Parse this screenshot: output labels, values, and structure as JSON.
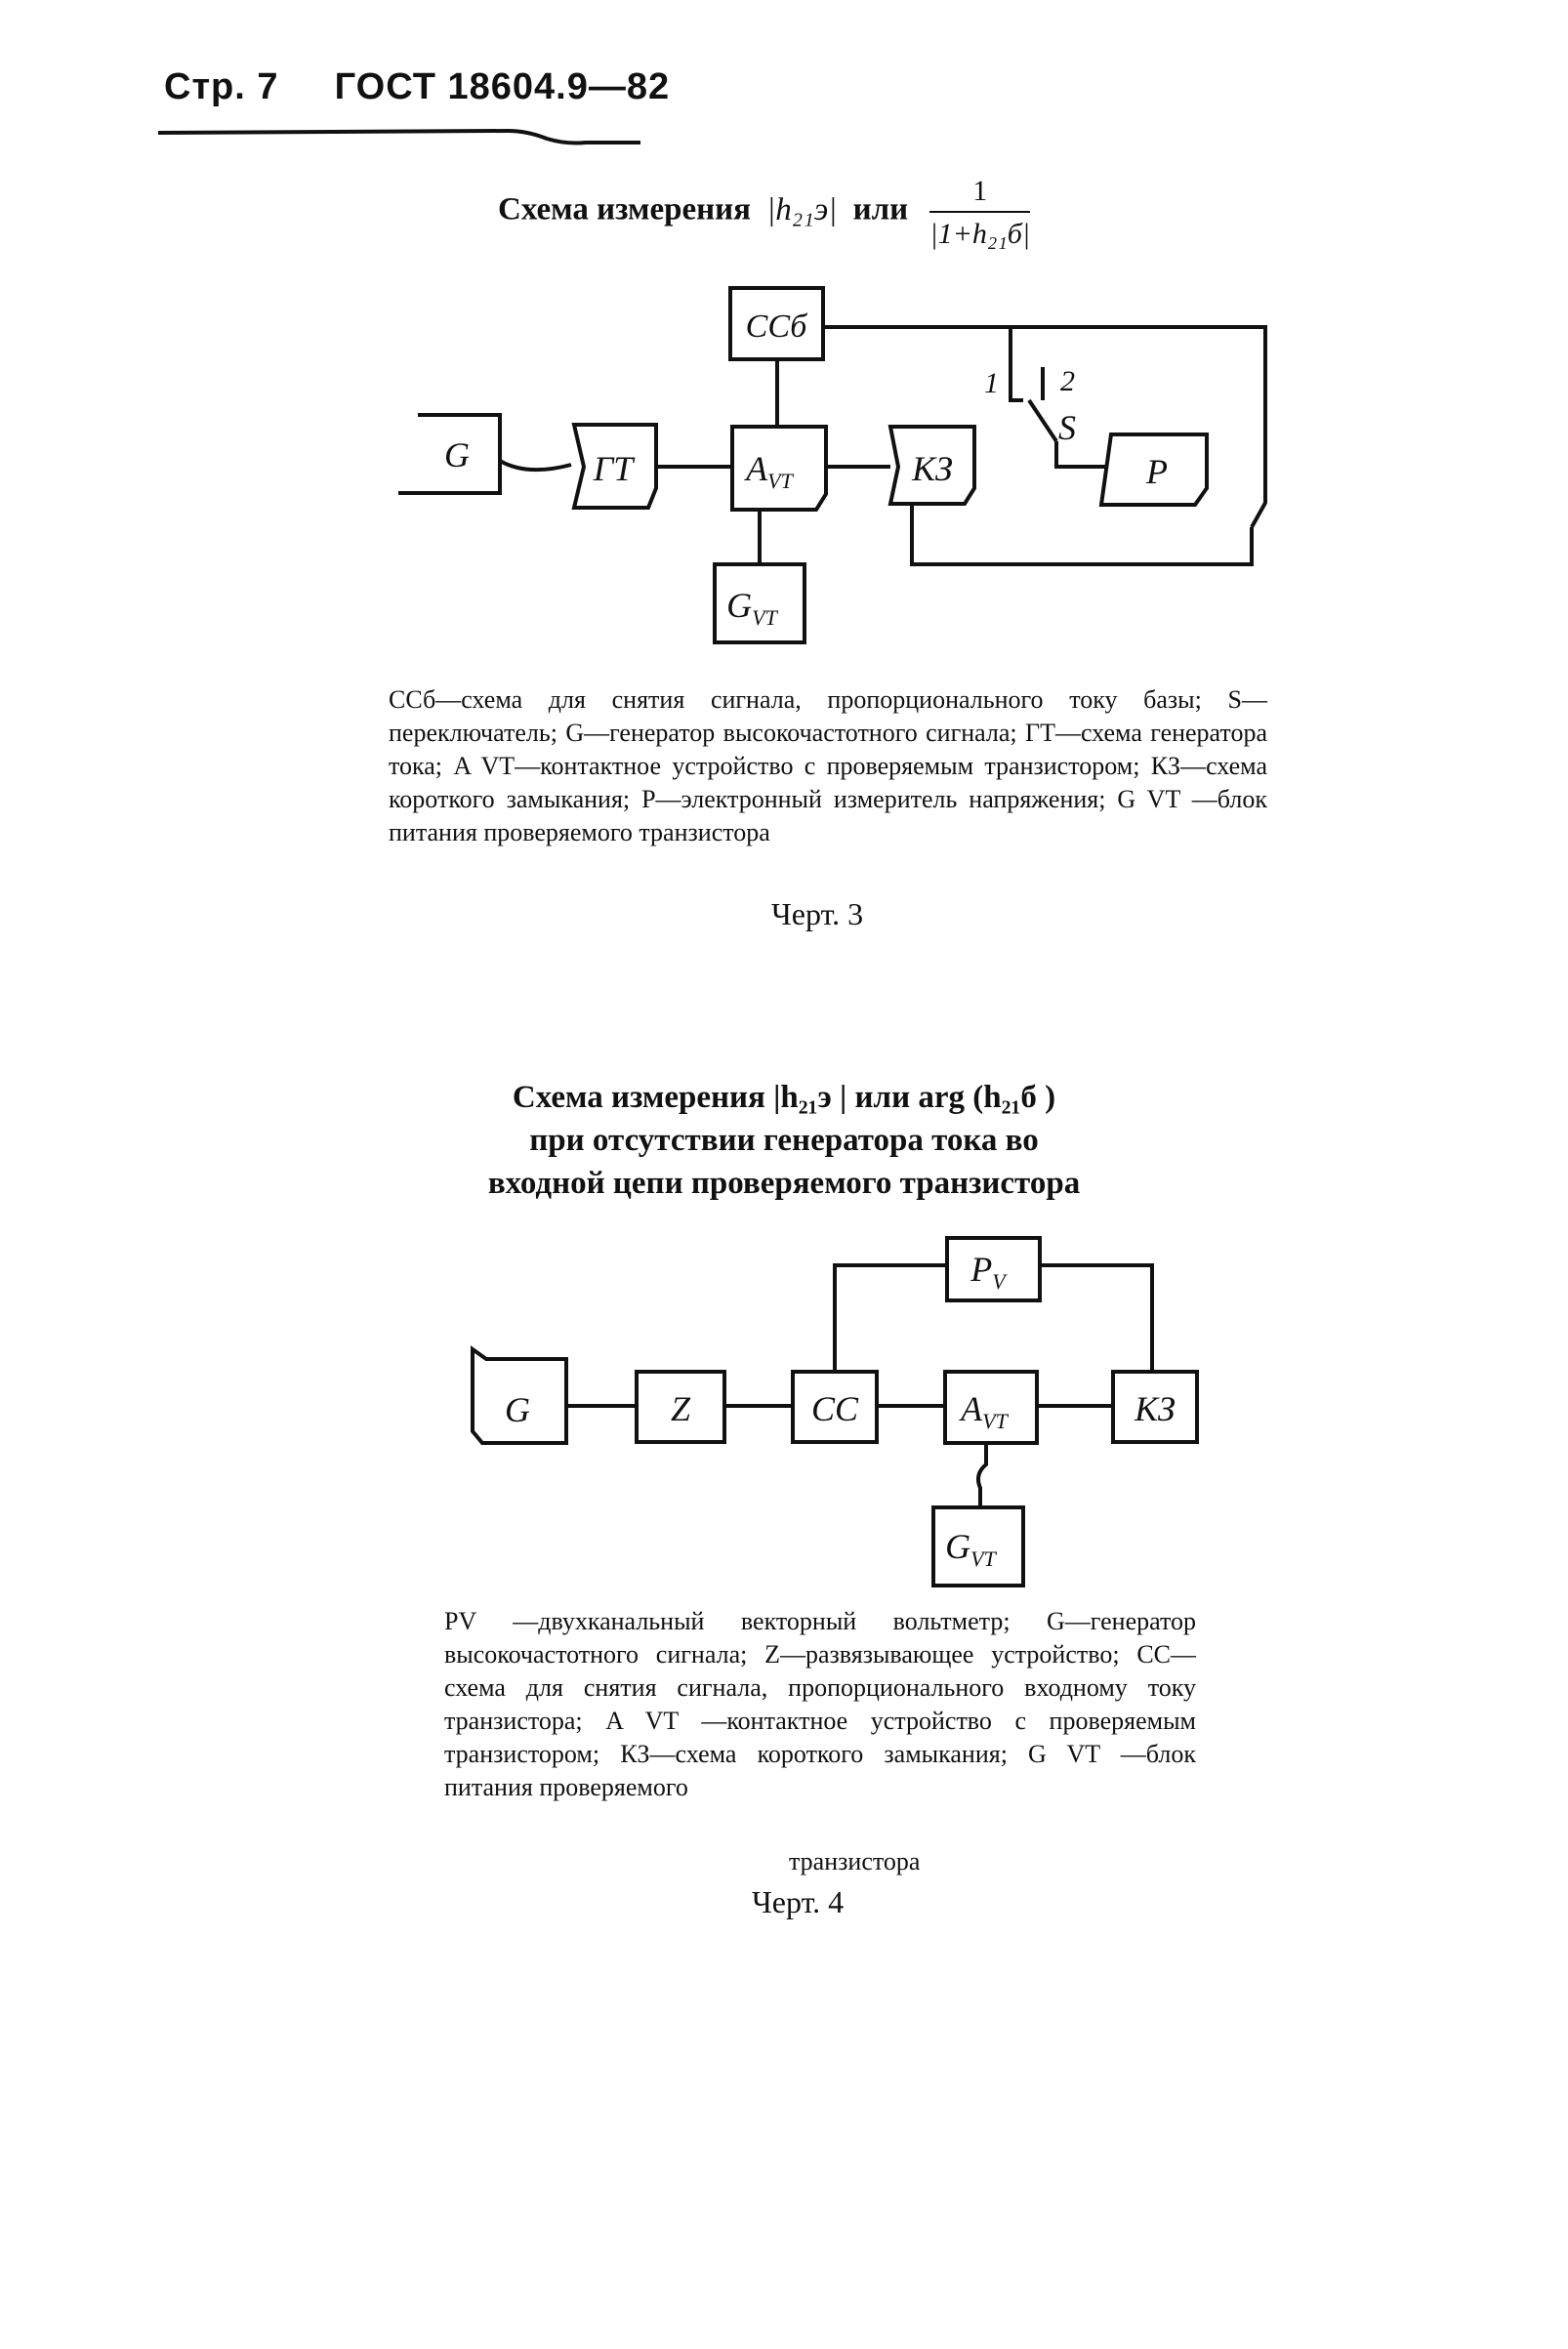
{
  "header": {
    "page": "Стр. 7",
    "standard": "ГОСТ 18604.9—82"
  },
  "figure3": {
    "title_prefix": "Схема измерения",
    "title_h": "|h₂₁э|",
    "title_or": "или",
    "fraction_num": "1",
    "fraction_den": "|1+h₂₁б|",
    "blocks": {
      "ccb": "ССб",
      "g": "G",
      "gt": "ГТ",
      "avt": "A",
      "avt_sub": "VT",
      "kz": "КЗ",
      "p": "P",
      "gvt": "G",
      "gvt_sub": "VT"
    },
    "switch": {
      "pos1": "1",
      "pos2": "2",
      "label": "S"
    },
    "legend": "ССб—схема для снятия сигнала, пропорционального току базы; S—переключатель; G—генератор высокочастотного сигнала; ГТ—схема генератора тока; A VT—контактное устройство с проверяемым транзистором; КЗ—схема короткого замыкания; P—электронный измеритель напряжения; G VT —блок питания проверяемого транзистора",
    "caption": "Черт. 3"
  },
  "figure4": {
    "title_line1": "Схема измерения |h₂₁э | или arg (h₂₁б )",
    "title_line2": "при отсутствии генератора тока во",
    "title_line3": "входной цепи проверяемого транзистора",
    "blocks": {
      "pv": "P",
      "pv_sub": "V",
      "g": "G",
      "z": "Z",
      "cc": "CC",
      "avt": "A",
      "avt_sub": "VT",
      "kz": "КЗ",
      "gvt": "G",
      "gvt_sub": "VT"
    },
    "legend": "PV —двухканальный векторный вольтметр; G—генератор высокочастотного сигнала; Z—развязывающее устройство; CC—схема для снятия сигнала, пропорционального входному току транзистора; A VT —контактное устройство с проверяемым транзистором; КЗ—схема короткого замыкания; G VT —блок питания проверяемого",
    "legend_end": "транзистора",
    "caption": "Черт. 4"
  }
}
